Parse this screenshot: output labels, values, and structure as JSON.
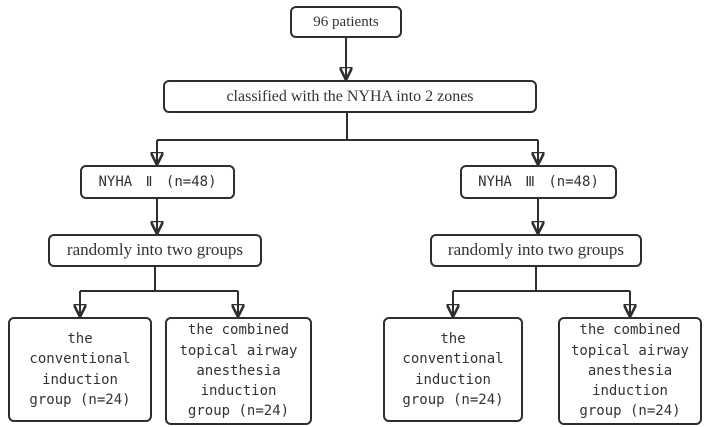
{
  "diagram": {
    "description": "Patient allocation flowchart: 96 patients classified by NYHA into 2 zones, each randomized into two induction groups",
    "nodes": {
      "patients": "96 patients",
      "classified": "classified with the NYHA into 2 zones",
      "nyha_ii": "NYHA Ⅱ (n=48)",
      "nyha_iii": "NYHA Ⅲ (n=48)",
      "randomly_left": "randomly into two groups",
      "randomly_right": "randomly into two groups",
      "conventional_left": "the\nconventional\ninduction\ngroup (n=24)",
      "combined_left": "the combined\ntopical airway\nanesthesia\ninduction\ngroup (n=24)",
      "conventional_right": "the\nconventional\ninduction\ngroup (n=24)",
      "combined_right": "the combined\ntopical airway\nanesthesia\ninduction\ngroup (n=24)"
    },
    "colors": {
      "line": "#2e2e2e",
      "text": "#333333",
      "background": "#ffffff"
    }
  }
}
